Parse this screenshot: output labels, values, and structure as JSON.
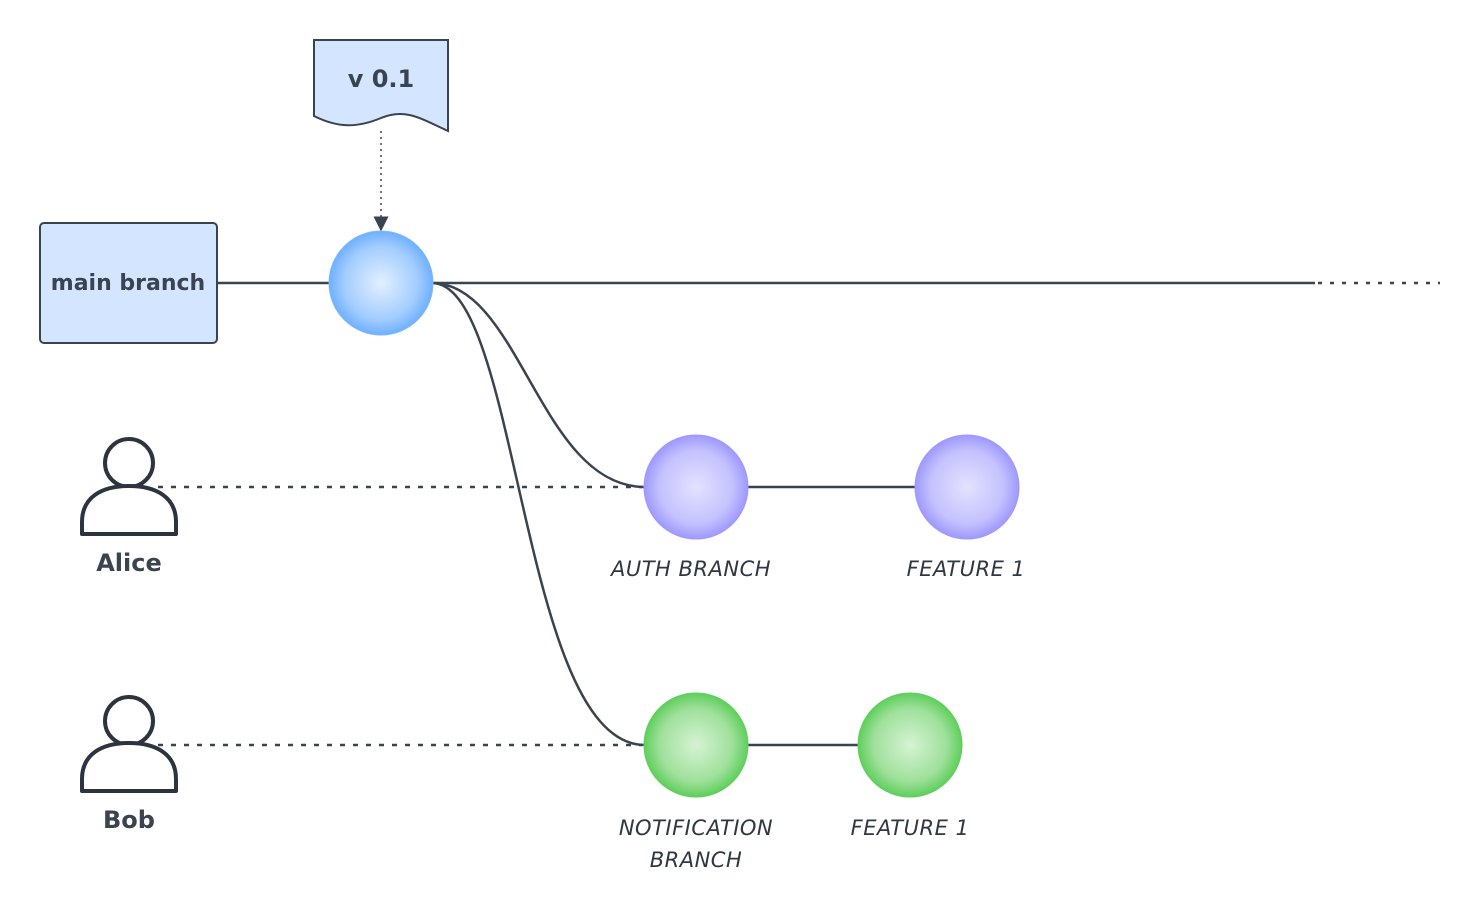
{
  "diagram": {
    "tag": {
      "label": "v 0.1"
    },
    "main_branch": {
      "label": "main branch"
    },
    "users": [
      {
        "name": "Alice"
      },
      {
        "name": "Bob"
      }
    ],
    "commits": {
      "main": {
        "color": "#7fb8ff"
      },
      "auth": {
        "label": "AUTH BRANCH",
        "color": "#b3b0ff"
      },
      "auth_feature": {
        "label": "FEATURE 1",
        "color": "#b3b0ff"
      },
      "notification": {
        "label_lines": [
          "NOTIFICATION",
          "BRANCH"
        ],
        "color": "#7fd97f"
      },
      "notification_feature": {
        "label": "FEATURE 1",
        "color": "#7fd97f"
      }
    },
    "colors": {
      "box_fill": "#d4e6ff",
      "box_stroke": "#3a4350",
      "line": "#3a4350"
    }
  }
}
